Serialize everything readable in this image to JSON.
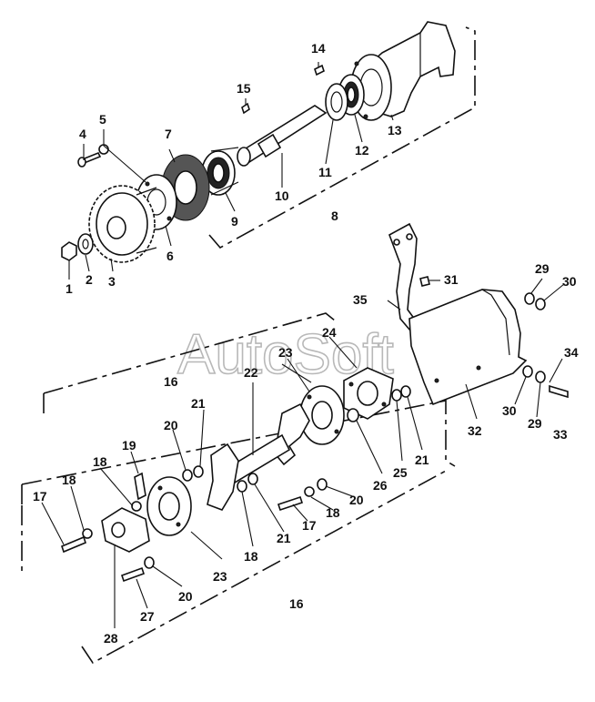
{
  "watermark": "AutoSoft",
  "labels": {
    "l1": "1",
    "l2": "2",
    "l3": "3",
    "l4": "4",
    "l5": "5",
    "l6": "6",
    "l7": "7",
    "l8": "8",
    "l9": "9",
    "l10": "10",
    "l11": "11",
    "l12": "12",
    "l13": "13",
    "l14": "14",
    "l15": "15",
    "l16a": "16",
    "l16b": "16",
    "l17a": "17",
    "l17b": "17",
    "l18a": "18",
    "l18b": "18",
    "l18c": "18",
    "l18d": "18",
    "l19": "19",
    "l20a": "20",
    "l20b": "20",
    "l20c": "20",
    "l21a": "21",
    "l21b": "21",
    "l21c": "21",
    "l22": "22",
    "l23a": "23",
    "l23b": "23",
    "l24": "24",
    "l25": "25",
    "l26": "26",
    "l27": "27",
    "l28": "28",
    "l29a": "29",
    "l29b": "29",
    "l30a": "30",
    "l30b": "30",
    "l31": "31",
    "l32": "32",
    "l33": "33",
    "l34": "34",
    "l35": "35"
  }
}
